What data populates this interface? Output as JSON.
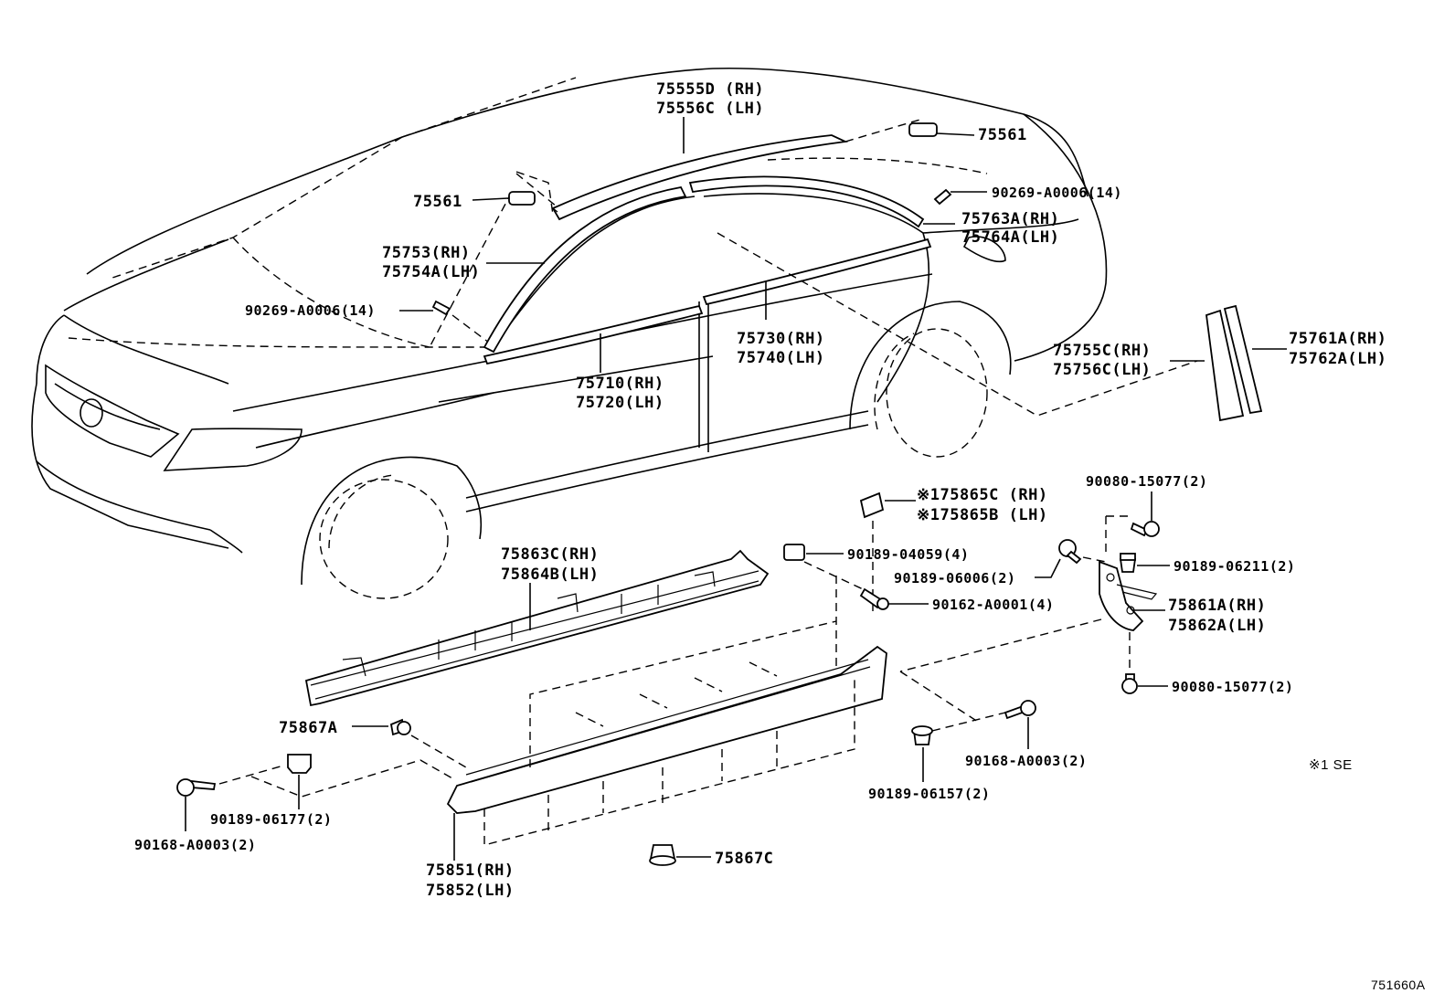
{
  "labels": {
    "molding_roof_1": "75555D (RH)",
    "molding_roof_2": "75556C (LH)",
    "clip_rear": "75561",
    "clip_front": "75561",
    "clip_screw_rear": "90269-A0006(14)",
    "clip_screw_front": "90269-A0006(14)",
    "frame_rear_1": "75763A(RH)",
    "frame_rear_2": "75764A(LH)",
    "frame_front_1": "75753(RH)",
    "frame_front_2": "75754A(LH)",
    "belt_front_1": "75710(RH)",
    "belt_front_2": "75720(LH)",
    "belt_rear_1": "75730(RH)",
    "belt_rear_2": "75740(LH)",
    "pillar_1": "75755C(RH)",
    "pillar_2": "75756C(LH)",
    "pillar_garnish_1": "75761A(RH)",
    "pillar_garnish_2": "75762A(LH)",
    "note_part_1": "※175865C (RH)",
    "note_part_2": "※175865B (LH)",
    "bolt_top_right": "90080-15077(2)",
    "bolt_bottom_right": "90080-15077(2)",
    "clip_04059": "90189-04059(4)",
    "clip_06006": "90189-06006(2)",
    "clip_06211": "90189-06211(2)",
    "screw_a0001": "90162-A0001(4)",
    "mudguard_1": "75861A(RH)",
    "mudguard_2": "75862A(LH)",
    "retainer_1": "75863C(RH)",
    "retainer_2": "75864B(LH)",
    "clip_75867a": "75867A",
    "screw_right": "90168-A0003(2)",
    "clip_06157": "90189-06157(2)",
    "clip_06177": "90189-06177(2)",
    "screw_left": "90168-A0003(2)",
    "rocker_1": "75851(RH)",
    "rocker_2": "75852(LH)",
    "clip_75867c": "75867C",
    "footnote": "※1 SE",
    "diagram_id": "751660A"
  }
}
